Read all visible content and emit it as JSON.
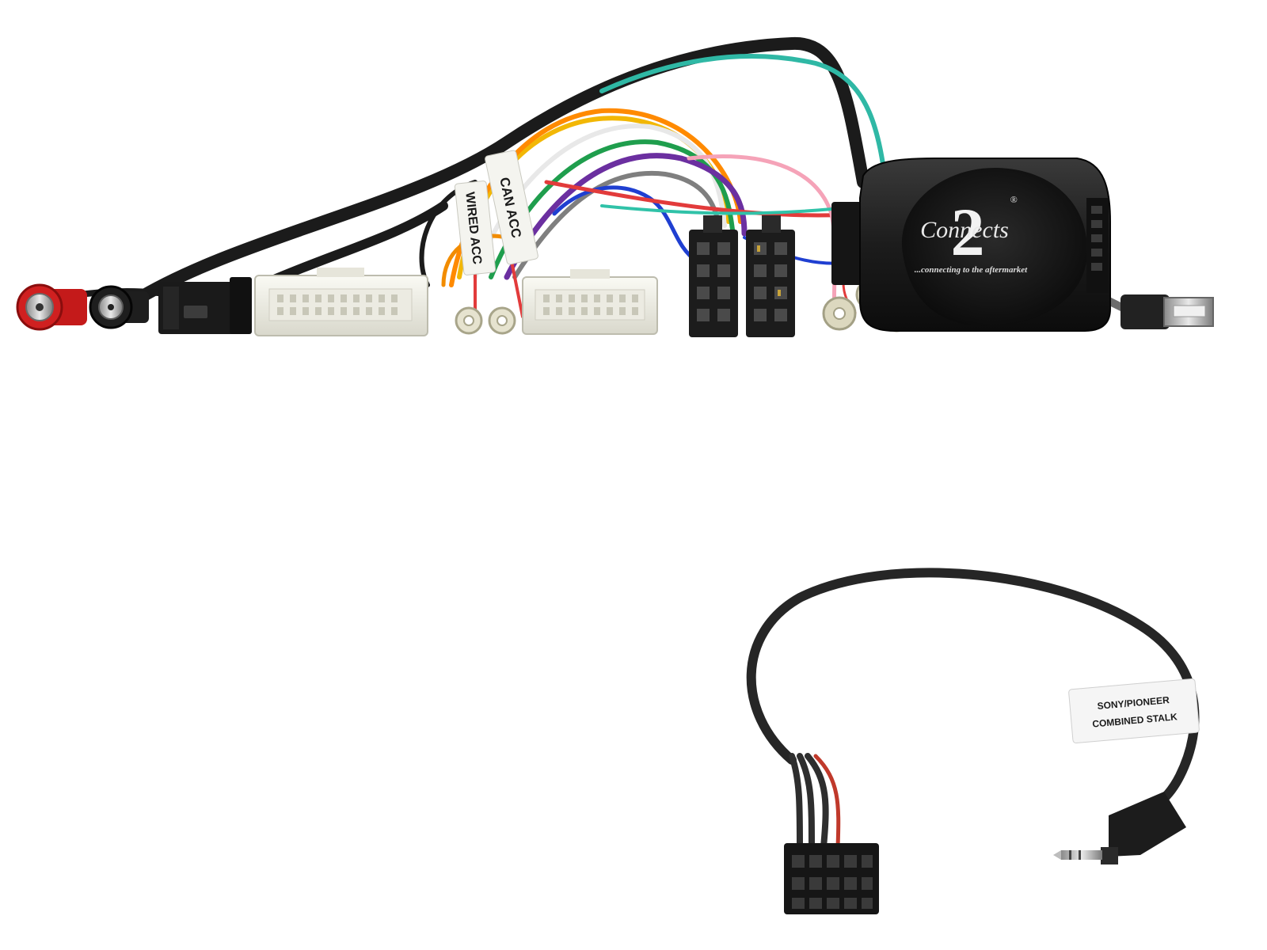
{
  "harness": {
    "tag_can_acc": "CAN ACC",
    "tag_wired_acc": "WIRED ACC",
    "logo": {
      "brand_script": "Connects",
      "brand_number": "2",
      "registered": "®",
      "tagline": "...connecting to the aftermarket"
    }
  },
  "patch_lead": {
    "label_line1": "SONY/PIONEER",
    "label_line2": "COMBINED STALK"
  }
}
